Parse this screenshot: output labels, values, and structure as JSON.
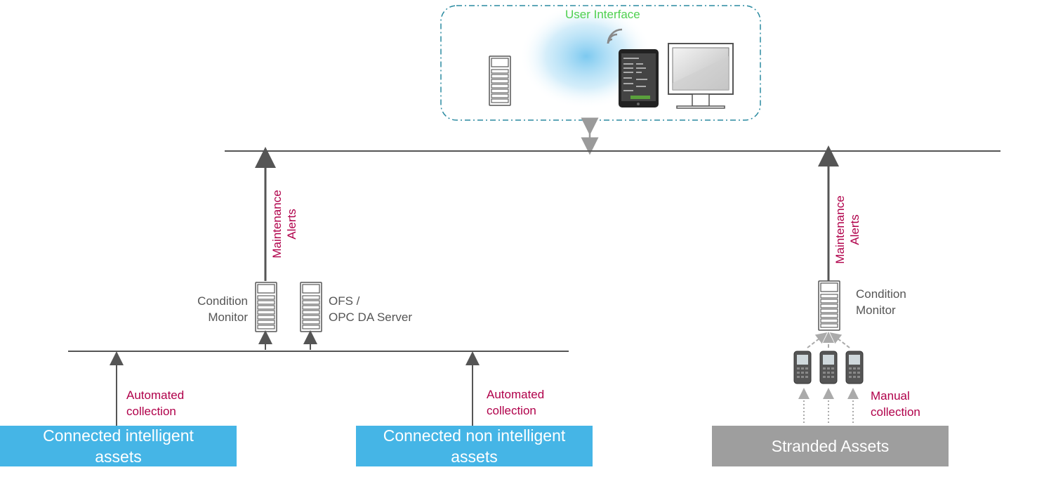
{
  "user_interface": {
    "label": "User Interface"
  },
  "left_flow": {
    "alerts_line1": "Maintenance",
    "alerts_line2": "Alerts",
    "condition_monitor_line1": "Condition",
    "condition_monitor_line2": "Monitor",
    "ofs_line1": "OFS /",
    "ofs_line2": "OPC DA Server"
  },
  "right_flow": {
    "alerts_line1": "Maintenance",
    "alerts_line2": "Alerts",
    "condition_monitor_line1": "Condition",
    "condition_monitor_line2": "Monitor",
    "manual_line1": "Manual",
    "manual_line2": "collection"
  },
  "collections": {
    "auto1_line1": "Automated",
    "auto1_line2": "collection",
    "auto2_line1": "Automated",
    "auto2_line2": "collection"
  },
  "asset_boxes": {
    "intelligent": "Connected intelligent assets",
    "non_intelligent": "Connected non intelligent assets",
    "stranded": "Stranded Assets"
  },
  "colors": {
    "asset_blue": "#45b5e6",
    "stranded_gray": "#9e9e9e",
    "accent_magenta": "#b0004a",
    "ui_green": "#4fd04f",
    "border_teal": "#2a8aa0"
  }
}
